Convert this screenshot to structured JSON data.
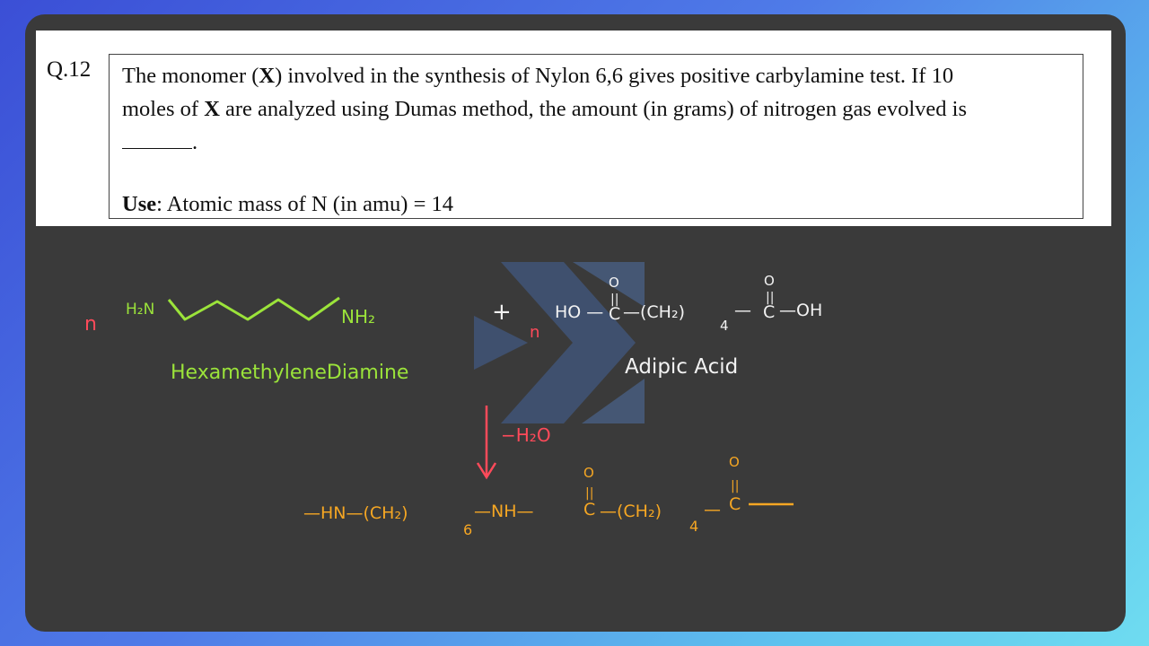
{
  "question": {
    "number": "Q.12",
    "line1_a": "The monomer (",
    "line1_b": "X",
    "line1_c": ") involved in the synthesis of Nylon 6,6 gives positive carbylamine test. If 10",
    "line2_a": "moles of ",
    "line2_b": "X",
    "line2_c": " are analyzed using Dumas method, the amount (in grams) of nitrogen gas evolved is",
    "blank_suffix": ".",
    "use_label": "Use",
    "use_text": ": Atomic mass of N (in amu) = 14"
  },
  "board": {
    "n1": "n",
    "h2n": "H₂N",
    "nh2": "NH₂",
    "plus": "+",
    "n2": "n",
    "adipic_formula_a": "HO —",
    "adipic_c1": "C",
    "adipic_formula_b": "—(CH₂)",
    "adipic_sub4": "4",
    "adipic_formula_c": "—",
    "adipic_c2": "C",
    "adipic_formula_d": "—OH",
    "o1": "O",
    "o2": "O",
    "hexa_name": "HexamethyleneDiamine",
    "adipic_name": "Adipic Acid",
    "minus_h2o": "−H₂O",
    "poly_a": "—HN—(CH₂)",
    "poly_sub6": "6",
    "poly_b": "—NH—",
    "poly_c1": "C",
    "poly_c": "—(CH₂)",
    "poly_sub4": "4",
    "poly_d": "—",
    "poly_c2": "C",
    "poly_e": "—",
    "o3": "O",
    "o4": "O",
    "colors": {
      "green": "#9be33a",
      "red": "#ff4a5a",
      "white": "#f2f2f2",
      "orange": "#f5a623"
    }
  }
}
